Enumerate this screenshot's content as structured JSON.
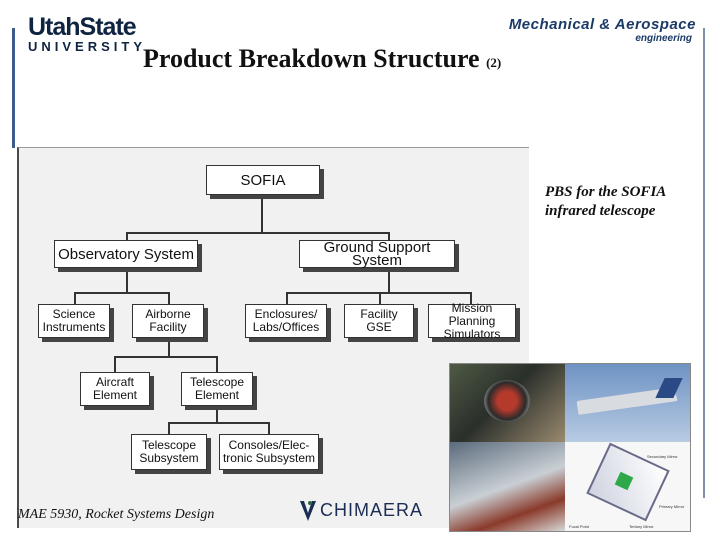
{
  "header": {
    "usu_logo_top": "UtahState",
    "usu_logo_bottom": "UNIVERSITY",
    "dept_logo_top": "Mechanical & Aerospace",
    "dept_logo_bottom": "engineering"
  },
  "slide": {
    "title": "Product Breakdown Structure",
    "title_suffix": "(2)",
    "caption": "PBS for the SOFIA infrared telescope",
    "footer": "MAE 5930, Rocket Systems Design",
    "footer_logo": "CHIMAERA"
  },
  "diagram": {
    "nodes": {
      "sofia": "SOFIA",
      "observatory": "Observatory System",
      "ground": "Ground Support System",
      "science": "Science\nInstruments",
      "airborne": "Airborne\nFacility",
      "enclosures": "Enclosures/\nLabs/Offices",
      "facility_gse": "Facility\nGSE",
      "mission": "Mission Planning\nSimulators",
      "aircraft": "Aircraft\nElement",
      "telescope_element": "Telescope\nElement",
      "telescope_subsystem": "Telescope\nSubsystem",
      "consoles": "Consoles/Elec-\ntronic Subsystem"
    }
  },
  "photo_labels": {
    "secondary": "Secondary Mirror",
    "primary": "Primary Mirror",
    "tertiary": "Tertiary Mirror",
    "focal": "Focal Point"
  },
  "colors": {
    "logo_navy": "#0f2440",
    "accent_blue": "#3b5c8c"
  }
}
